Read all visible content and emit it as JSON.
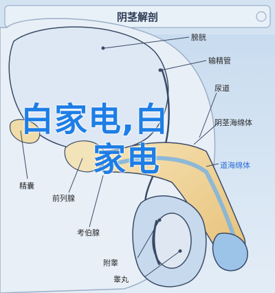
{
  "title": "阴茎解剖",
  "labels": {
    "bladder": "膀胱",
    "vas_deferens": "输精管",
    "urethra": "尿道",
    "corpus_cavernosum": "阴茎海绵体",
    "corpus_spongiosum": "道海绵体",
    "seminal_vesicle": "精囊",
    "prostate": "前列腺",
    "cowper_gland": "考伯腺",
    "epididymis": "附睾",
    "testis": "睾丸"
  },
  "watermark": {
    "line1": "白家电,白",
    "line2": "家电"
  },
  "colors": {
    "header_bg": "#d4e3f2",
    "tissue_fill": "#dbe7f3",
    "outline": "#3a4a66",
    "spongiosum_fill": "#f2d9a2",
    "urethra_blue": "#7bb3e0",
    "watermark": "#1e7ee6",
    "accent_label": "#2b6cd6"
  }
}
